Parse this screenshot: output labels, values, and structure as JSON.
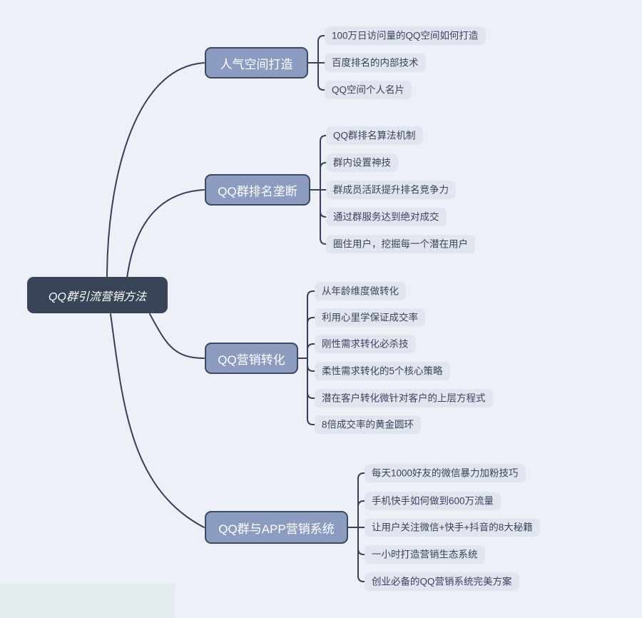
{
  "root": {
    "label": "QQ群引流营销方法"
  },
  "branches": [
    {
      "label": "人气空间打造",
      "children": [
        "100万日访问量的QQ空间如何打造",
        "百度排名的内部技术",
        "QQ空间个人名片"
      ]
    },
    {
      "label": "QQ群排名垄断",
      "children": [
        "QQ群排名算法机制",
        "群内设置神技",
        "群成员活跃提升排名竞争力",
        "通过群服务达到绝对成交",
        "圈住用户，挖掘每一个潜在用户"
      ]
    },
    {
      "label": "QQ营销转化",
      "children": [
        "从年龄维度做转化",
        "利用心里学保证成交率",
        "刚性需求转化必杀技",
        "柔性需求转化的5个核心策略",
        "潜在客户转化微针对客户的上层方程式",
        "8倍成交率的黄金圆环"
      ]
    },
    {
      "label": "QQ群与APP营销系统",
      "children": [
        "每天1000好友的微信暴力加粉技巧",
        "手机快手如何做到600万流量",
        "让用户关注微信+快手+抖音的8大秘籍",
        "一小时打造营销生态系统",
        "创业必备的QQ营销系统完美方案"
      ]
    }
  ],
  "colors": {
    "background": "#edf1f7",
    "root_fill": "#3a4458",
    "branch_fill": "#8b9cc0",
    "branch_border": "#3d4960",
    "leaf_fill": "#e0e5f0",
    "leaf_text": "#3c445a",
    "line": "#35405a",
    "root_text": "#ffffff",
    "branch_text": "#ffffff"
  }
}
